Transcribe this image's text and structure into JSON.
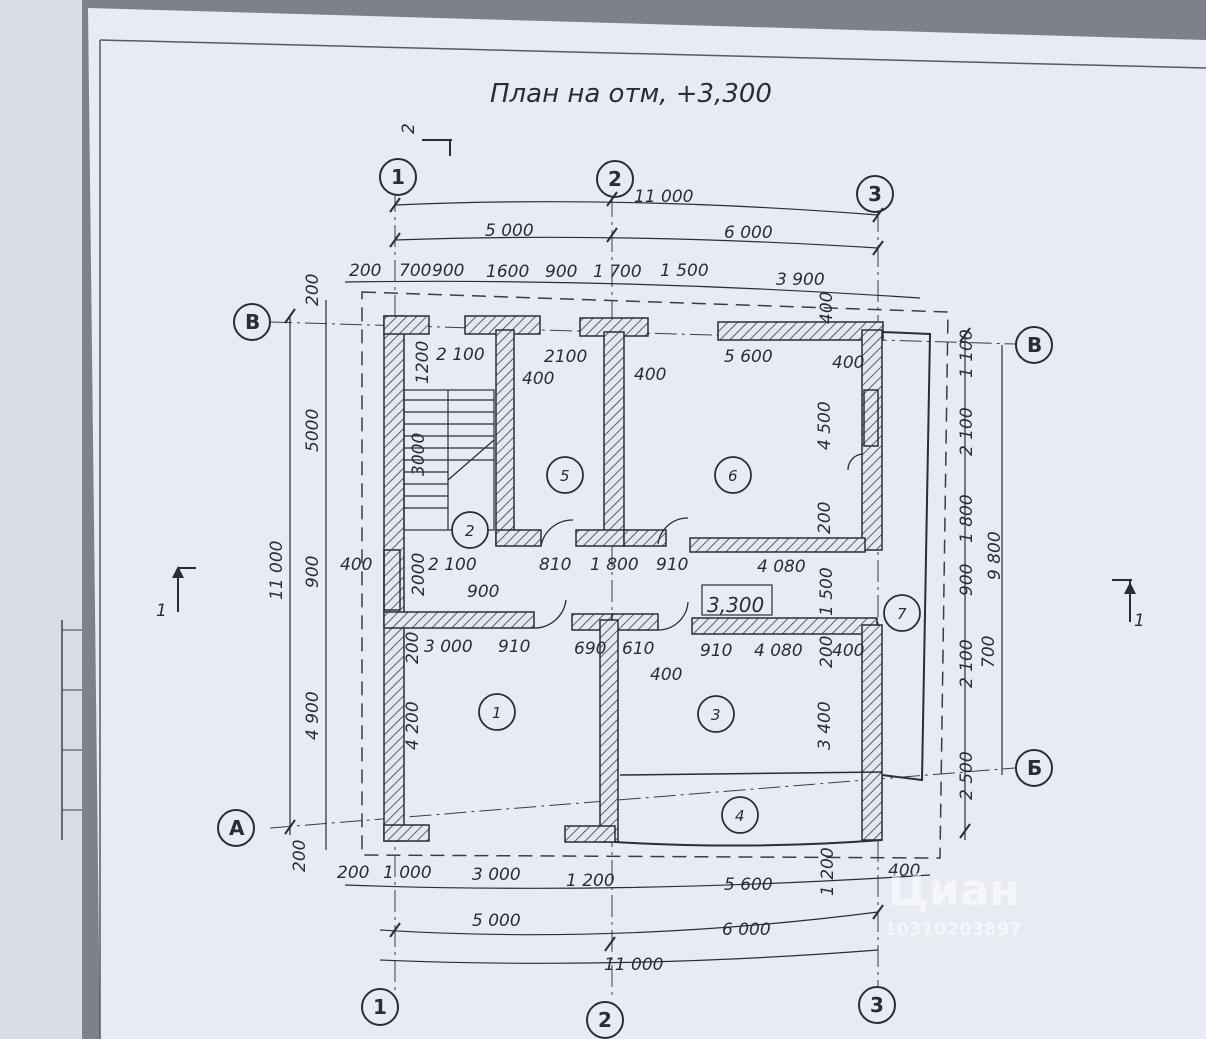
{
  "title": "План на отм, +3,300",
  "section_marks": [
    "1",
    "1",
    "2"
  ],
  "axes": {
    "numeric": [
      "1",
      "2",
      "3"
    ],
    "letter": [
      "А",
      "Б",
      "В"
    ]
  },
  "rooms": [
    "1",
    "2",
    "3",
    "4",
    "5",
    "6",
    "7"
  ],
  "level_mark": "3,300",
  "dims": {
    "top_total": "11 000",
    "top_5000": "5 000",
    "top_6000": "6 000",
    "top_chain": [
      "200",
      "700",
      "900",
      "1600",
      "900",
      "1 700",
      "1 500",
      "3 900"
    ],
    "top_400": "400",
    "bottom_chain": [
      "200",
      "1 000",
      "3 000",
      "1 200",
      "5 600",
      "400"
    ],
    "bottom_5000": "5 000",
    "bottom_6000": "6 000",
    "bottom_total": "11 000",
    "bottom_1200": "1 200",
    "left_total": "11 000",
    "left_chain": [
      "200",
      "5000",
      "900",
      "4 900",
      "200"
    ],
    "right_chain": [
      "1 100",
      "2 100",
      "1 800",
      "900",
      "2 100",
      "2 500"
    ],
    "right_9800": "9 800",
    "right_700": "700",
    "interior": {
      "r2100a": "2 100",
      "r2100b": "2100",
      "r5600": "5 600",
      "r400a": "400",
      "r400b": "400",
      "r400c": "400",
      "r1200": "1200",
      "r3000": "3000",
      "r4500": "4 500",
      "r200a": "200",
      "r400d": "400",
      "r2000": "2000",
      "r2100c": "2 100",
      "r810": "810",
      "r1800": "1 800",
      "r910a": "910",
      "r4080a": "4 080",
      "r900": "900",
      "r1500": "1 500",
      "r200b": "200",
      "r3000b": "3 000",
      "r910b": "910",
      "r690": "690",
      "r610": "610",
      "r910c": "910",
      "r4080b": "4 080",
      "r200c": "200",
      "r400e": "400",
      "r400f": "400",
      "r4200": "4 200",
      "r3400": "3 400"
    }
  },
  "watermark": {
    "brand": "Циан",
    "code": "10310203897"
  }
}
